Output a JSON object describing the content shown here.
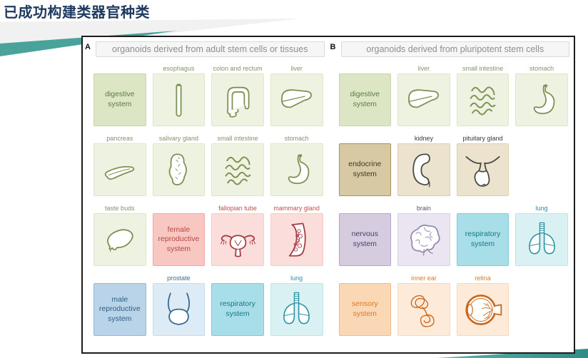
{
  "title": "已成功构建类器官种类",
  "decor": {
    "accent_teal": "#4aa39b",
    "title_color": "#1f3a60",
    "figure_border": "#1c1c1c",
    "header_box_bg": "#f6f6f6",
    "header_text": "#8e8e8e"
  },
  "themes": {
    "green": {
      "system_bg": "#dce6c5",
      "system_border": "#c8d6a6",
      "organ_bg": "#eef2e0",
      "organ_border": "#dde7c8",
      "text": "#5f7a45",
      "label": "#85926a",
      "stroke": "#7d9153"
    },
    "pink": {
      "system_bg": "#f8c7c2",
      "system_border": "#f0a8a3",
      "organ_bg": "#fbdedb",
      "organ_border": "#f6cac6",
      "text": "#b5493f",
      "label": "#c0504d",
      "stroke": "#a63b42"
    },
    "blue": {
      "system_bg": "#b9d4e9",
      "system_border": "#90b9dc",
      "organ_bg": "#ddebf6",
      "organ_border": "#c4dcef",
      "text": "#2d5e85",
      "label": "#3c6c90",
      "stroke": "#376a8e"
    },
    "teal": {
      "system_bg": "#a8dee7",
      "system_border": "#7bccd9",
      "organ_bg": "#daf1f4",
      "organ_border": "#bde6ec",
      "text": "#15788a",
      "label": "#2292a4",
      "stroke": "#2d93a5"
    },
    "tan": {
      "system_bg": "#d6c9a3",
      "system_border": "#a6925e",
      "organ_bg": "#ebe3ce",
      "organ_border": "#dbcfae",
      "text": "#3e3621",
      "label": "#3a3a3a",
      "stroke": "#4b4b42"
    },
    "purple": {
      "system_bg": "#d5cce0",
      "system_border": "#b5a5cb",
      "organ_bg": "#eae5f1",
      "organ_border": "#d9d0e4",
      "text": "#4b3e66",
      "label": "#5b4c77",
      "stroke": "#958ab0"
    },
    "orange": {
      "system_bg": "#fad8b6",
      "system_border": "#f3b97e",
      "organ_bg": "#fdead9",
      "organ_border": "#f9d7ba",
      "text": "#e0781f",
      "label": "#e0781f",
      "stroke": "#c9671c"
    }
  },
  "figure": {
    "panels": [
      {
        "label": "A",
        "header": "organoids derived from adult stem cells or tissues",
        "rows": [
          [
            {
              "kind": "system",
              "text": "digestive system",
              "theme": "green"
            },
            {
              "kind": "organ",
              "text": "esophagus",
              "icon": "esophagus-icon",
              "theme": "green"
            },
            {
              "kind": "organ",
              "text": "colon and rectum",
              "icon": "colon-rectum-icon",
              "theme": "green"
            },
            {
              "kind": "organ",
              "text": "liver",
              "icon": "liver-icon",
              "theme": "green"
            }
          ],
          [
            {
              "kind": "organ",
              "text": "pancreas",
              "icon": "pancreas-icon",
              "theme": "green"
            },
            {
              "kind": "organ",
              "text": "salivary gland",
              "icon": "salivary-gland-icon",
              "theme": "green"
            },
            {
              "kind": "organ",
              "text": "small intestine",
              "icon": "small-intestine-icon",
              "theme": "green"
            },
            {
              "kind": "organ",
              "text": "stomach",
              "icon": "stomach-icon",
              "theme": "green"
            }
          ],
          [
            {
              "kind": "organ",
              "text": "taste buds",
              "icon": "taste-buds-icon",
              "theme": "green"
            },
            {
              "kind": "system",
              "text": "female reproductive system",
              "theme": "pink"
            },
            {
              "kind": "organ",
              "text": "fallopian tube",
              "icon": "fallopian-tube-icon",
              "theme": "pink"
            },
            {
              "kind": "organ",
              "text": "mammary gland",
              "icon": "mammary-gland-icon",
              "theme": "pink"
            }
          ],
          [
            {
              "kind": "system",
              "text": "male reproductive system",
              "theme": "blue"
            },
            {
              "kind": "organ",
              "text": "prostate",
              "icon": "prostate-icon",
              "theme": "blue"
            },
            {
              "kind": "system",
              "text": "respiratory system",
              "theme": "teal"
            },
            {
              "kind": "organ",
              "text": "lung",
              "icon": "lung-icon",
              "theme": "teal"
            }
          ]
        ]
      },
      {
        "label": "B",
        "header": "organoids derived from pluripotent stem cells",
        "rows": [
          [
            {
              "kind": "system",
              "text": "digestive system",
              "theme": "green"
            },
            {
              "kind": "organ",
              "text": "liver",
              "icon": "liver-icon",
              "theme": "green"
            },
            {
              "kind": "organ",
              "text": "small intestine",
              "icon": "small-intestine-icon",
              "theme": "green"
            },
            {
              "kind": "organ",
              "text": "stomach",
              "icon": "stomach-icon",
              "theme": "green"
            }
          ],
          [
            {
              "kind": "system",
              "text": "endocrine system",
              "theme": "tan"
            },
            {
              "kind": "organ",
              "text": "kidney",
              "icon": "kidney-icon",
              "theme": "tan"
            },
            {
              "kind": "organ",
              "text": "pituitary gland",
              "icon": "pituitary-gland-icon",
              "theme": "tan"
            },
            null
          ],
          [
            {
              "kind": "system",
              "text": "nervous system",
              "theme": "purple"
            },
            {
              "kind": "organ",
              "text": "brain",
              "icon": "brain-icon",
              "theme": "purple"
            },
            {
              "kind": "system",
              "text": "respiratory system",
              "theme": "teal"
            },
            {
              "kind": "organ",
              "text": "lung",
              "icon": "lung-icon",
              "theme": "teal"
            }
          ],
          [
            {
              "kind": "system",
              "text": "sensory system",
              "theme": "orange"
            },
            {
              "kind": "organ",
              "text": "inner ear",
              "icon": "inner-ear-icon",
              "theme": "orange"
            },
            {
              "kind": "organ",
              "text": "retina",
              "icon": "retina-icon",
              "theme": "orange"
            },
            null
          ]
        ]
      }
    ]
  }
}
